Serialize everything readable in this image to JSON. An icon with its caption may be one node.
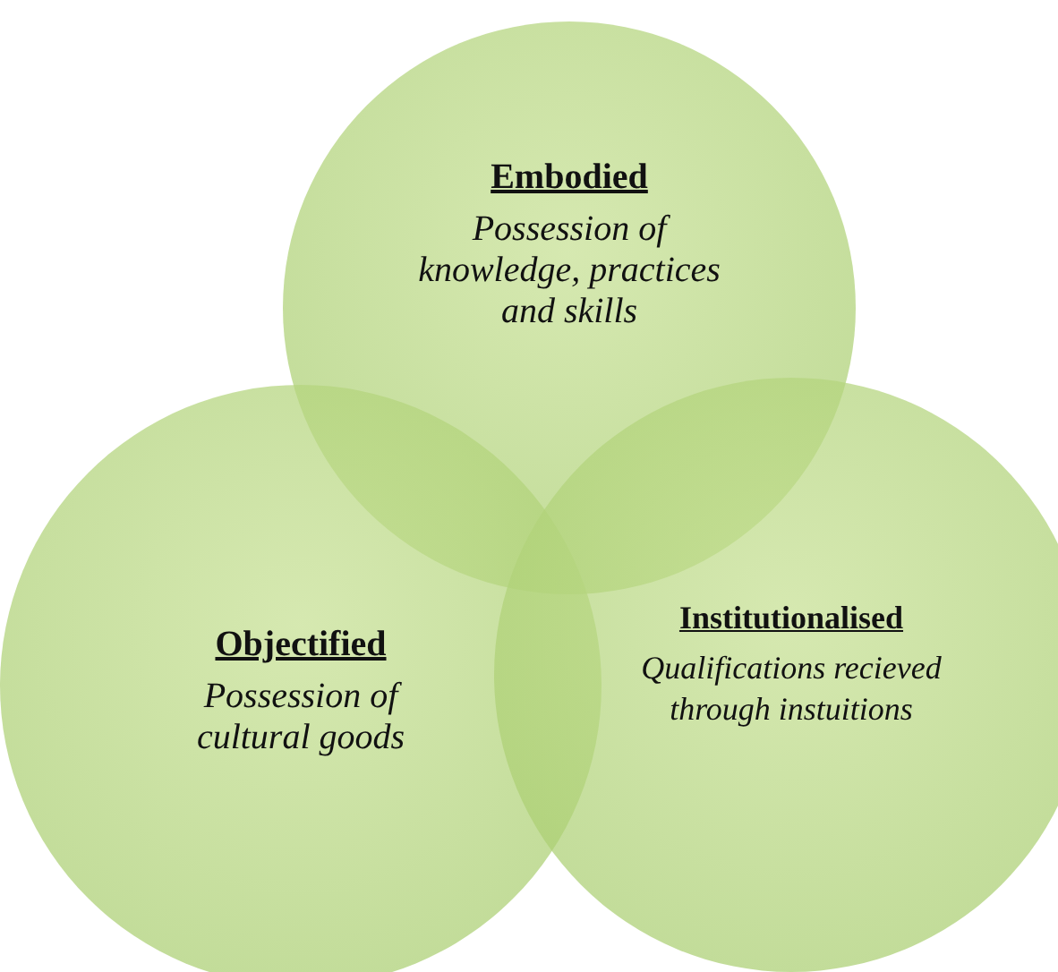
{
  "diagram": {
    "nodes": [
      {
        "text": [
          "Embodied",
          "Possession of knowledge, practices and skills"
        ]
      },
      {
        "text": [
          "Objectified",
          "Possession of cultural goods"
        ]
      },
      {
        "text": [
          "Institutionalised",
          "Qualifications recieved through instuitions"
        ]
      }
    ]
  }
}
